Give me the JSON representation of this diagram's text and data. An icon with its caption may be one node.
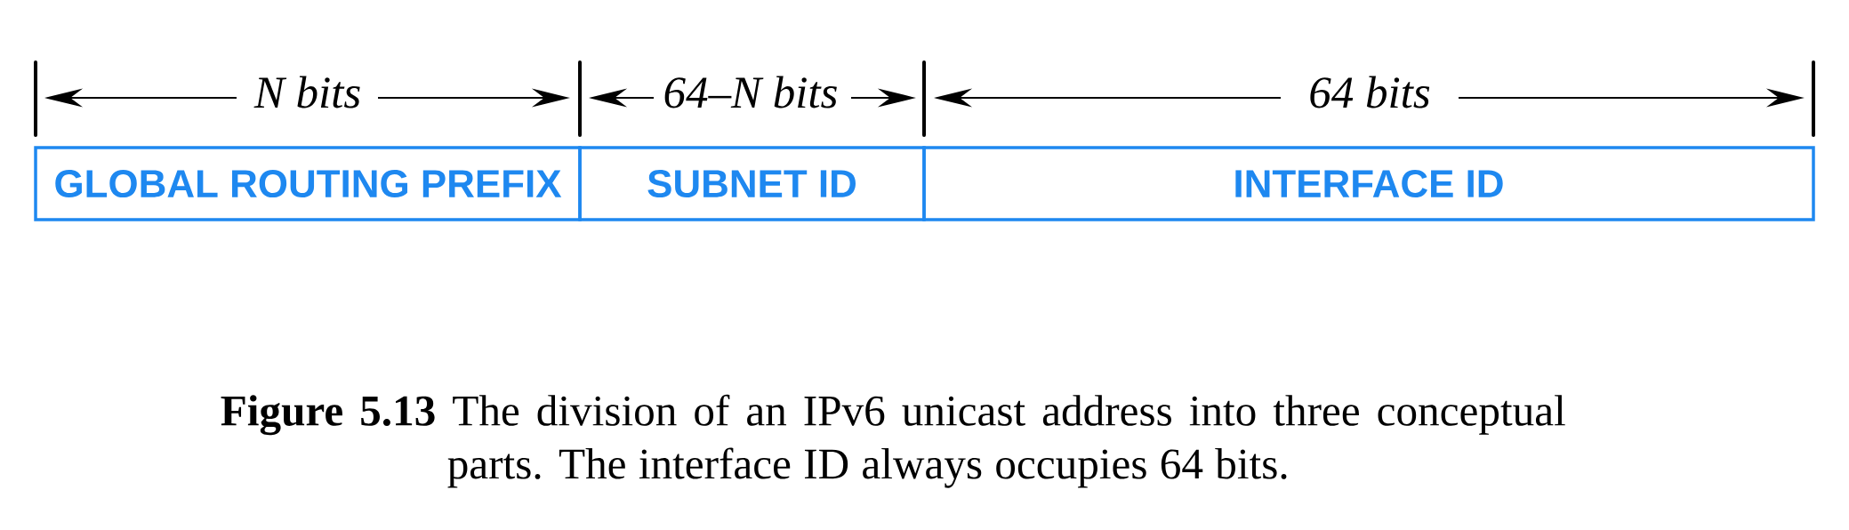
{
  "diagram": {
    "caption": "**Figure 5.13** The division of an IPv6 unicast address into three conceptual parts.  The interface ID always occupies 64 bits.",
    "nodes": [
      {
        "text": [
          "GLOBAL ROUTING PREFIX"
        ]
      },
      {
        "text": [
          "SUBNET ID"
        ]
      },
      {
        "text": [
          "INTERFACE ID"
        ]
      }
    ],
    "labels": [
      "N bits",
      "64–N bits",
      "64 bits"
    ]
  }
}
